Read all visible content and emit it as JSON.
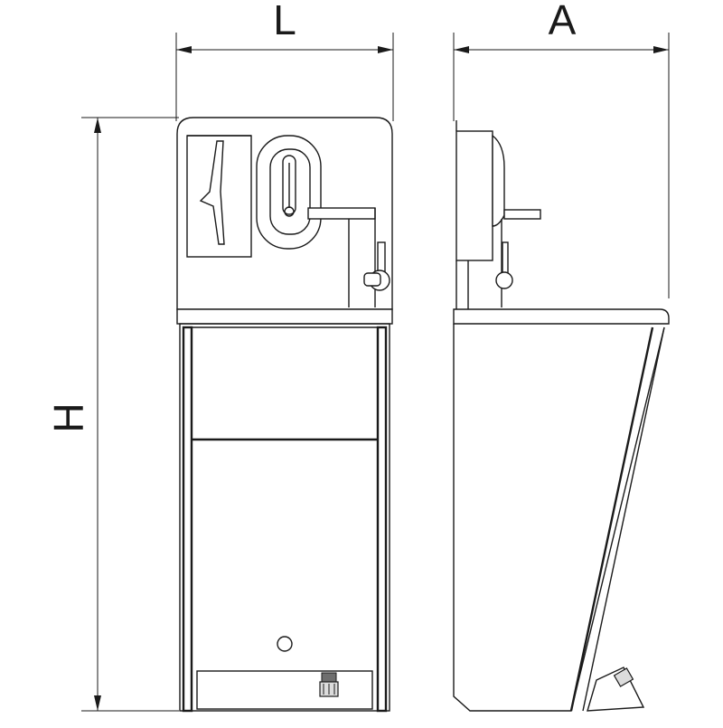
{
  "dimensions": {
    "width_label": "L",
    "depth_label": "A",
    "height_label": "H"
  }
}
